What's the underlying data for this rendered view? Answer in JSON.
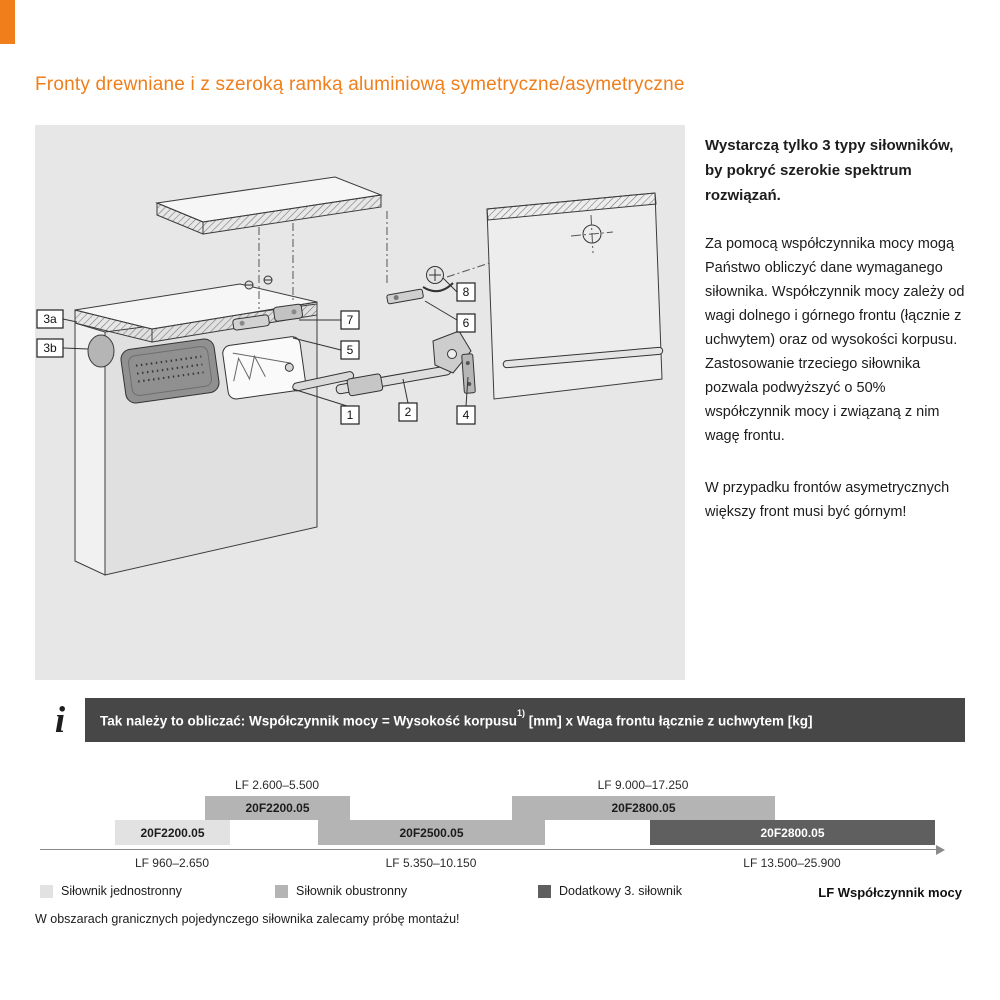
{
  "page": {
    "heading": "Fronty drewniane i z szeroką ramką aluminiową symetryczne/asymetryczne"
  },
  "colors": {
    "accent": "#f07e1a",
    "info_bar_bg": "#474747",
    "panel_bg": "#e7e7e7",
    "bar_light": "#e2e2e2",
    "bar_mid": "#b4b4b4",
    "bar_dark": "#5f5f5f"
  },
  "diagram": {
    "callouts": {
      "c3a": "3a",
      "c3b": "3b",
      "c1": "1",
      "c2": "2",
      "c4": "4",
      "c5": "5",
      "c6": "6",
      "c7": "7",
      "c8": "8"
    }
  },
  "info_column": {
    "intro": "Wystarczą tylko 3 typy siłowników, by pokryć szerokie spektrum rozwiązań.",
    "para1": "Za pomocą współczynnika mocy mogą Państwo obliczyć dane wymaganego siłownika. Współczynnik mocy zależy od wagi dolnego i górnego frontu (łącznie z uchwytem) oraz od wysokości korpusu.",
    "para2": "Zastosowanie trzeciego siłownika pozwala podwyższyć o 50% współczynnik mocy i związaną z nim wagę frontu.",
    "para3": "W przypadku frontów asymetrycznych większy front musi być górnym!"
  },
  "info_bar": {
    "icon": "i",
    "text_before_sup": "Tak należy to obliczać: Współczynnik mocy = Wysokość korpusu",
    "sup": "1)",
    "text_after_sup": " [mm] x Waga frontu łącznie z uchwytem [kg]"
  },
  "chart_data": {
    "type": "range-bar",
    "unit": "LF",
    "axis_label": "LF Współczynnik mocy",
    "bars": [
      {
        "label": "20F2200.05",
        "range_label": "LF 2.600–5.500",
        "min": 2600,
        "max": 5500,
        "row": "top",
        "category": "Siłownik obustronny"
      },
      {
        "label": "20F2800.05",
        "range_label": "LF 9.000–17.250",
        "min": 9000,
        "max": 17250,
        "row": "top",
        "category": "Siłownik obustronny"
      },
      {
        "label": "20F2200.05",
        "range_label": "LF 960–2.650",
        "min": 960,
        "max": 2650,
        "row": "bottom",
        "category": "Siłownik jednostronny"
      },
      {
        "label": "20F2500.05",
        "range_label": "LF 5.350–10.150",
        "min": 5350,
        "max": 10150,
        "row": "bottom",
        "category": "Siłownik obustronny"
      },
      {
        "label": "20F2800.05",
        "range_label": "LF 13.500–25.900",
        "min": 13500,
        "max": 25900,
        "row": "bottom",
        "category": "Dodatkowy 3. siłownik"
      }
    ],
    "legend": [
      {
        "label": "Siłownik jednostronny",
        "color": "#e2e2e2"
      },
      {
        "label": "Siłownik obustronny",
        "color": "#b4b4b4"
      },
      {
        "label": "Dodatkowy 3. siłownik",
        "color": "#5f5f5f"
      }
    ],
    "footnote": "W obszarach granicznych pojedynczego siłownika zalecamy próbę montażu!"
  }
}
